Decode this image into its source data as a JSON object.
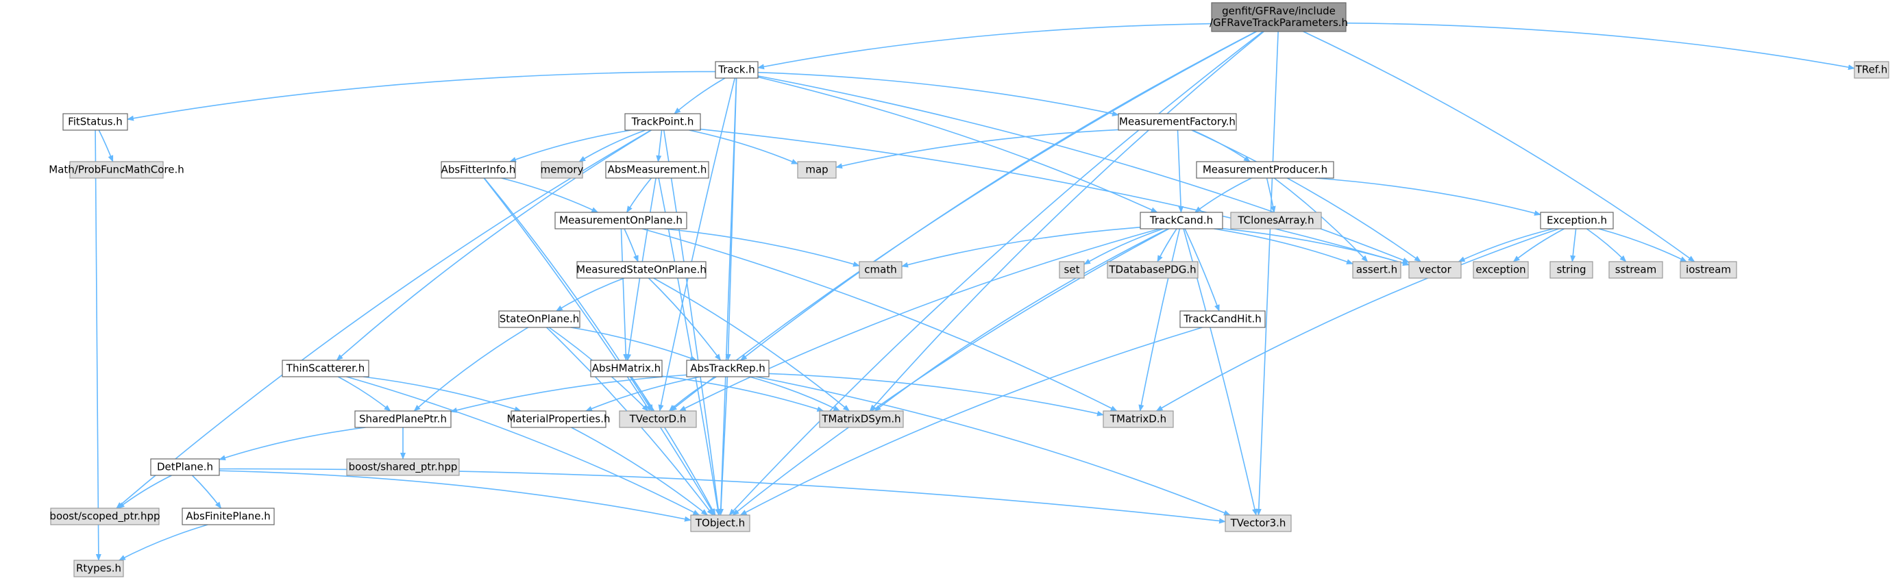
{
  "colors": {
    "root_fill": "#999999",
    "file_fill": "#ffffff",
    "external_fill": "#e0e0e0",
    "file_stroke": "#666666",
    "external_stroke": "#999999",
    "edge": "#63b8ff"
  },
  "nodes": [
    {
      "id": "root",
      "label": "genfit/GFRave/include\n/GFRaveTrackParameters.h",
      "kind": "root"
    },
    {
      "id": "track",
      "label": "Track.h",
      "kind": "file"
    },
    {
      "id": "tref",
      "label": "TRef.h",
      "kind": "external"
    },
    {
      "id": "fitstatus",
      "label": "FitStatus.h",
      "kind": "file"
    },
    {
      "id": "trackpoint",
      "label": "TrackPoint.h",
      "kind": "file"
    },
    {
      "id": "measfactory",
      "label": "MeasurementFactory.h",
      "kind": "file"
    },
    {
      "id": "probfunc",
      "label": "Math/ProbFuncMathCore.h",
      "kind": "external"
    },
    {
      "id": "absfitterinfo",
      "label": "AbsFitterInfo.h",
      "kind": "file"
    },
    {
      "id": "memory",
      "label": "memory",
      "kind": "external"
    },
    {
      "id": "absmeasurement",
      "label": "AbsMeasurement.h",
      "kind": "file"
    },
    {
      "id": "map",
      "label": "map",
      "kind": "external"
    },
    {
      "id": "measproducer",
      "label": "MeasurementProducer.h",
      "kind": "file"
    },
    {
      "id": "measonplane",
      "label": "MeasurementOnPlane.h",
      "kind": "file"
    },
    {
      "id": "trackcand",
      "label": "TrackCand.h",
      "kind": "file"
    },
    {
      "id": "tclonesarray",
      "label": "TClonesArray.h",
      "kind": "external"
    },
    {
      "id": "exception",
      "label": "Exception.h",
      "kind": "file"
    },
    {
      "id": "cmath",
      "label": "cmath",
      "kind": "external"
    },
    {
      "id": "set",
      "label": "set",
      "kind": "external"
    },
    {
      "id": "tdatabasepdg",
      "label": "TDatabasePDG.h",
      "kind": "external"
    },
    {
      "id": "asserth",
      "label": "assert.h",
      "kind": "external"
    },
    {
      "id": "vector",
      "label": "vector",
      "kind": "external"
    },
    {
      "id": "exceptionstd",
      "label": "exception",
      "kind": "external"
    },
    {
      "id": "string",
      "label": "string",
      "kind": "external"
    },
    {
      "id": "sstream",
      "label": "sstream",
      "kind": "external"
    },
    {
      "id": "iostream",
      "label": "iostream",
      "kind": "external"
    },
    {
      "id": "measstate",
      "label": "MeasuredStateOnPlane.h",
      "kind": "file"
    },
    {
      "id": "trackcandhit",
      "label": "TrackCandHit.h",
      "kind": "file"
    },
    {
      "id": "stateonplane",
      "label": "StateOnPlane.h",
      "kind": "file"
    },
    {
      "id": "thinscatterer",
      "label": "ThinScatterer.h",
      "kind": "file"
    },
    {
      "id": "abshmatrix",
      "label": "AbsHMatrix.h",
      "kind": "file"
    },
    {
      "id": "abstrackrep",
      "label": "AbsTrackRep.h",
      "kind": "file"
    },
    {
      "id": "sharedplaneptr",
      "label": "SharedPlanePtr.h",
      "kind": "file"
    },
    {
      "id": "matprops",
      "label": "MaterialProperties.h",
      "kind": "file"
    },
    {
      "id": "tvectord",
      "label": "TVectorD.h",
      "kind": "external"
    },
    {
      "id": "tmatrixdsym",
      "label": "TMatrixDSym.h",
      "kind": "external"
    },
    {
      "id": "tmatrixd",
      "label": "TMatrixD.h",
      "kind": "external"
    },
    {
      "id": "boostshared",
      "label": "boost/shared_ptr.hpp",
      "kind": "external"
    },
    {
      "id": "detplane",
      "label": "DetPlane.h",
      "kind": "file"
    },
    {
      "id": "boostscoped",
      "label": "boost/scoped_ptr.hpp",
      "kind": "external"
    },
    {
      "id": "absfiniteplane",
      "label": "AbsFinitePlane.h",
      "kind": "file"
    },
    {
      "id": "tobject",
      "label": "TObject.h",
      "kind": "external"
    },
    {
      "id": "tvector3",
      "label": "TVector3.h",
      "kind": "external"
    },
    {
      "id": "rtypes",
      "label": "Rtypes.h",
      "kind": "external"
    }
  ],
  "edges": [
    [
      "root",
      "track"
    ],
    [
      "root",
      "tref"
    ],
    [
      "root",
      "abstrackrep"
    ],
    [
      "root",
      "tmatrixdsym"
    ],
    [
      "root",
      "tvectord"
    ],
    [
      "root",
      "tobject"
    ],
    [
      "root",
      "tvector3"
    ],
    [
      "root",
      "iostream"
    ],
    [
      "track",
      "fitstatus"
    ],
    [
      "track",
      "trackpoint"
    ],
    [
      "track",
      "measfactory"
    ],
    [
      "track",
      "trackcand"
    ],
    [
      "track",
      "abstrackrep"
    ],
    [
      "track",
      "tvectord"
    ],
    [
      "track",
      "tobject"
    ],
    [
      "track",
      "vector"
    ],
    [
      "fitstatus",
      "probfunc"
    ],
    [
      "fitstatus",
      "rtypes"
    ],
    [
      "trackpoint",
      "absfitterinfo"
    ],
    [
      "trackpoint",
      "memory"
    ],
    [
      "trackpoint",
      "absmeasurement"
    ],
    [
      "trackpoint",
      "map"
    ],
    [
      "trackpoint",
      "thinscatterer"
    ],
    [
      "trackpoint",
      "boostscoped"
    ],
    [
      "trackpoint",
      "tobject"
    ],
    [
      "trackpoint",
      "vector"
    ],
    [
      "measfactory",
      "measproducer"
    ],
    [
      "measfactory",
      "trackcand"
    ],
    [
      "measfactory",
      "map"
    ],
    [
      "measfactory",
      "vector"
    ],
    [
      "absfitterinfo",
      "measonplane"
    ],
    [
      "absfitterinfo",
      "tvectord"
    ],
    [
      "absfitterinfo",
      "tobject"
    ],
    [
      "absmeasurement",
      "measonplane"
    ],
    [
      "absmeasurement",
      "abshmatrix"
    ],
    [
      "absmeasurement",
      "tobject"
    ],
    [
      "measproducer",
      "trackcand"
    ],
    [
      "measproducer",
      "tclonesarray"
    ],
    [
      "measproducer",
      "exception"
    ],
    [
      "measproducer",
      "asserth"
    ],
    [
      "measonplane",
      "measstate"
    ],
    [
      "measonplane",
      "abshmatrix"
    ],
    [
      "measonplane",
      "cmath"
    ],
    [
      "measonplane",
      "tmatrixd"
    ],
    [
      "trackcand",
      "trackcandhit"
    ],
    [
      "trackcand",
      "cmath"
    ],
    [
      "trackcand",
      "set"
    ],
    [
      "trackcand",
      "tdatabasepdg"
    ],
    [
      "trackcand",
      "asserth"
    ],
    [
      "trackcand",
      "vector"
    ],
    [
      "trackcand",
      "tvectord"
    ],
    [
      "trackcand",
      "tmatrixdsym"
    ],
    [
      "trackcand",
      "tmatrixd"
    ],
    [
      "trackcand",
      "tobject"
    ],
    [
      "trackcand",
      "tvector3"
    ],
    [
      "exception",
      "vector"
    ],
    [
      "exception",
      "exceptionstd"
    ],
    [
      "exception",
      "string"
    ],
    [
      "exception",
      "sstream"
    ],
    [
      "exception",
      "iostream"
    ],
    [
      "exception",
      "tmatrixd"
    ],
    [
      "measstate",
      "stateonplane"
    ],
    [
      "measstate",
      "abstrackrep"
    ],
    [
      "measstate",
      "tmatrixdsym"
    ],
    [
      "trackcandhit",
      "tobject"
    ],
    [
      "stateonplane",
      "abstrackrep"
    ],
    [
      "stateonplane",
      "sharedplaneptr"
    ],
    [
      "stateonplane",
      "tvectord"
    ],
    [
      "stateonplane",
      "tobject"
    ],
    [
      "thinscatterer",
      "sharedplaneptr"
    ],
    [
      "thinscatterer",
      "matprops"
    ],
    [
      "thinscatterer",
      "tobject"
    ],
    [
      "abshmatrix",
      "tvectord"
    ],
    [
      "abshmatrix",
      "tmatrixdsym"
    ],
    [
      "abshmatrix",
      "tobject"
    ],
    [
      "abstrackrep",
      "sharedplaneptr"
    ],
    [
      "abstrackrep",
      "matprops"
    ],
    [
      "abstrackrep",
      "tvectord"
    ],
    [
      "abstrackrep",
      "tmatrixdsym"
    ],
    [
      "abstrackrep",
      "tmatrixd"
    ],
    [
      "abstrackrep",
      "tobject"
    ],
    [
      "abstrackrep",
      "tvector3"
    ],
    [
      "sharedplaneptr",
      "detplane"
    ],
    [
      "sharedplaneptr",
      "boostshared"
    ],
    [
      "matprops",
      "tobject"
    ],
    [
      "detplane",
      "boostscoped"
    ],
    [
      "detplane",
      "absfiniteplane"
    ],
    [
      "detplane",
      "tobject"
    ],
    [
      "detplane",
      "tvector3"
    ],
    [
      "absfiniteplane",
      "rtypes"
    ]
  ]
}
